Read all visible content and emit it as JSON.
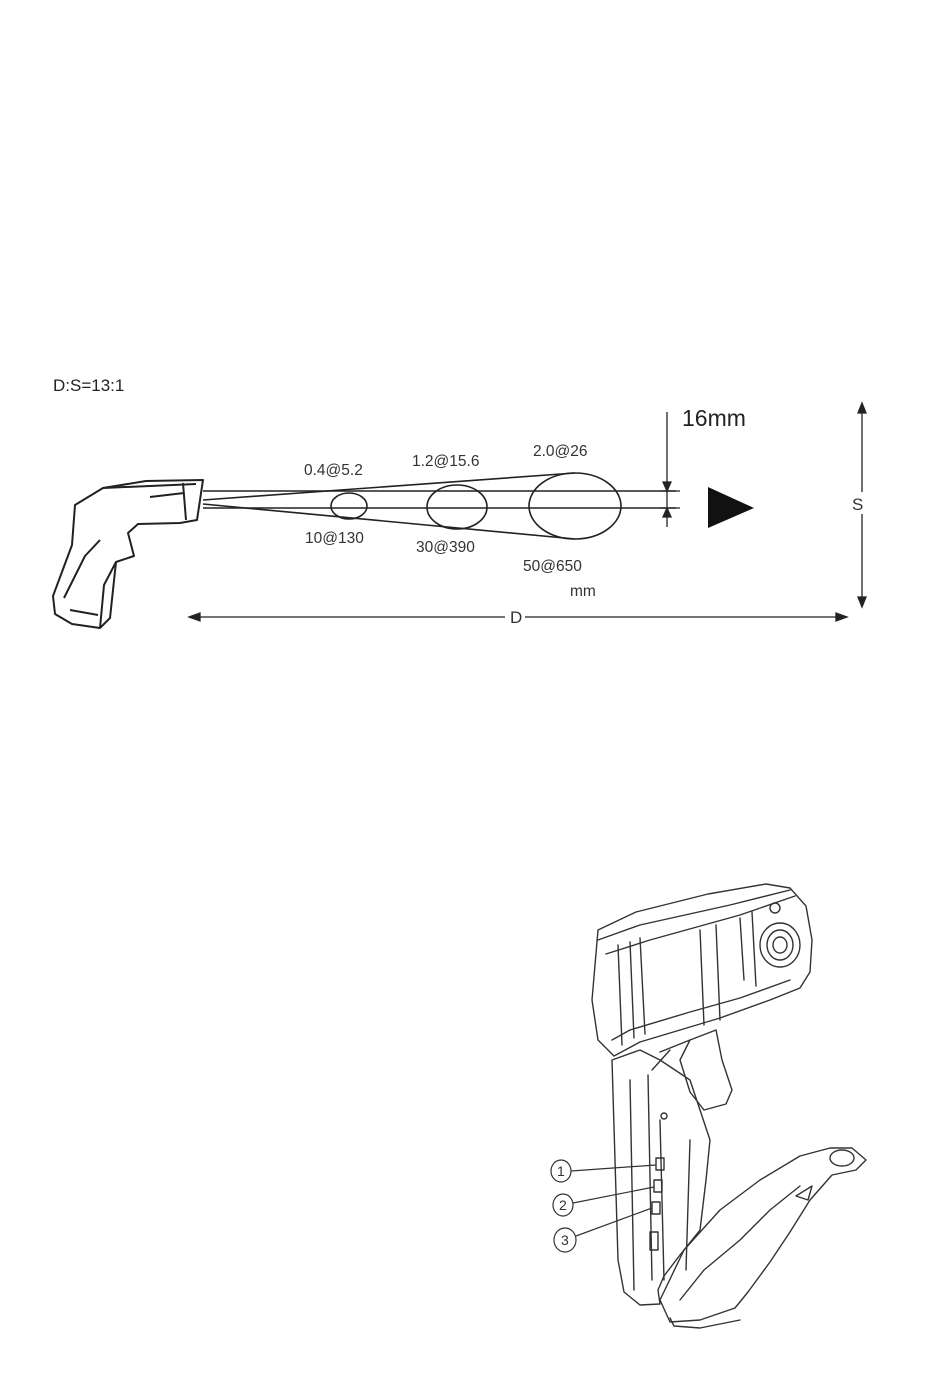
{
  "diagram": {
    "ratio_label": "D:S=13:1",
    "laser_spot_label": "16mm",
    "s_label": "S",
    "d_label": "D",
    "unit_label": "mm",
    "spots": [
      {
        "top": "0.4@5.2",
        "bottom": "10@130"
      },
      {
        "top": "1.2@15.6",
        "bottom": "30@390"
      },
      {
        "top": "2.0@26",
        "bottom": "50@650"
      }
    ]
  },
  "device_callouts": [
    "1",
    "2",
    "3"
  ]
}
